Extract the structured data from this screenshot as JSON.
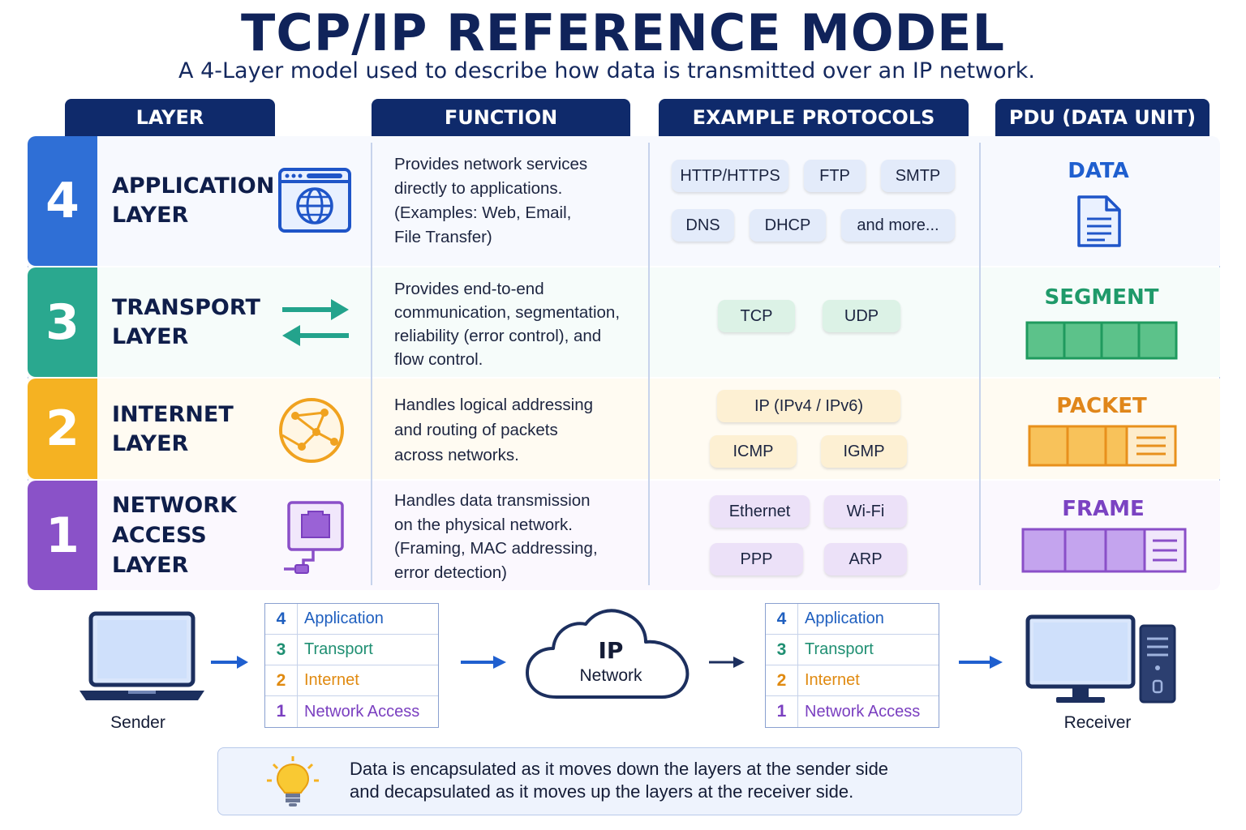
{
  "title": "TCP/IP REFERENCE MODEL",
  "subtitle": "A 4-Layer model used to describe how data is transmitted over an IP network.",
  "columns": [
    "LAYER",
    "FUNCTION",
    "EXAMPLE PROTOCOLS",
    "PDU (DATA UNIT)"
  ],
  "layers": [
    {
      "number": "4",
      "name_lines": [
        "APPLICATION",
        "LAYER"
      ],
      "icon": "browser-globe-icon",
      "function_lines": [
        "Provides network services",
        "directly to applications.",
        "(Examples: Web, Email,",
        "File Transfer)"
      ],
      "protocols": [
        "HTTP/HTTPS",
        "FTP",
        "SMTP",
        "DNS",
        "DHCP",
        "and more..."
      ],
      "pdu": "DATA",
      "pdu_icon": "document-icon",
      "color": "#2f6fd6",
      "row_bg": "#f7f9fe"
    },
    {
      "number": "3",
      "name_lines": [
        "TRANSPORT",
        "LAYER"
      ],
      "icon": "bidirectional-arrows-icon",
      "function_lines": [
        "Provides end-to-end",
        "communication, segmentation,",
        "reliability (error control), and",
        "flow control."
      ],
      "protocols": [
        "TCP",
        "UDP"
      ],
      "pdu": "SEGMENT",
      "pdu_icon": "segment-blocks-icon",
      "color": "#2aa88f",
      "row_bg": "#f6fcfa"
    },
    {
      "number": "2",
      "name_lines": [
        "INTERNET",
        "LAYER"
      ],
      "icon": "network-globe-icon",
      "function_lines": [
        "Handles logical addressing",
        "and routing of packets",
        "across networks."
      ],
      "protocols": [
        "IP (IPv4 / IPv6)",
        "ICMP",
        "IGMP"
      ],
      "pdu": "PACKET",
      "pdu_icon": "packet-blocks-icon",
      "color": "#f5b222",
      "row_bg": "#fffbf2"
    },
    {
      "number": "1",
      "name_lines": [
        "NETWORK",
        "ACCESS",
        "LAYER"
      ],
      "icon": "ethernet-port-icon",
      "function_lines": [
        "Handles data transmission",
        "on the physical network.",
        "(Framing, MAC addressing,",
        "error detection)"
      ],
      "protocols": [
        "Ethernet",
        "Wi-Fi",
        "PPP",
        "ARP"
      ],
      "pdu": "FRAME",
      "pdu_icon": "frame-blocks-icon",
      "color": "#8a52c8",
      "row_bg": "#fbf8fe"
    }
  ],
  "flow": {
    "sender": "Sender",
    "receiver": "Receiver",
    "cloud_title": "IP",
    "cloud_subtitle": "Network",
    "stack": [
      {
        "n": "4",
        "label": "Application",
        "color": "#1f5fbf"
      },
      {
        "n": "3",
        "label": "Transport",
        "color": "#1f8f72"
      },
      {
        "n": "2",
        "label": "Internet",
        "color": "#e08a10"
      },
      {
        "n": "1",
        "label": "Network Access",
        "color": "#7a3fc0"
      }
    ]
  },
  "note_lines": [
    "Data is encapsulated as it moves down the layers at the sender side",
    "and decapsulated as it moves up the layers at the receiver side."
  ],
  "note_icon": "lightbulb-icon"
}
